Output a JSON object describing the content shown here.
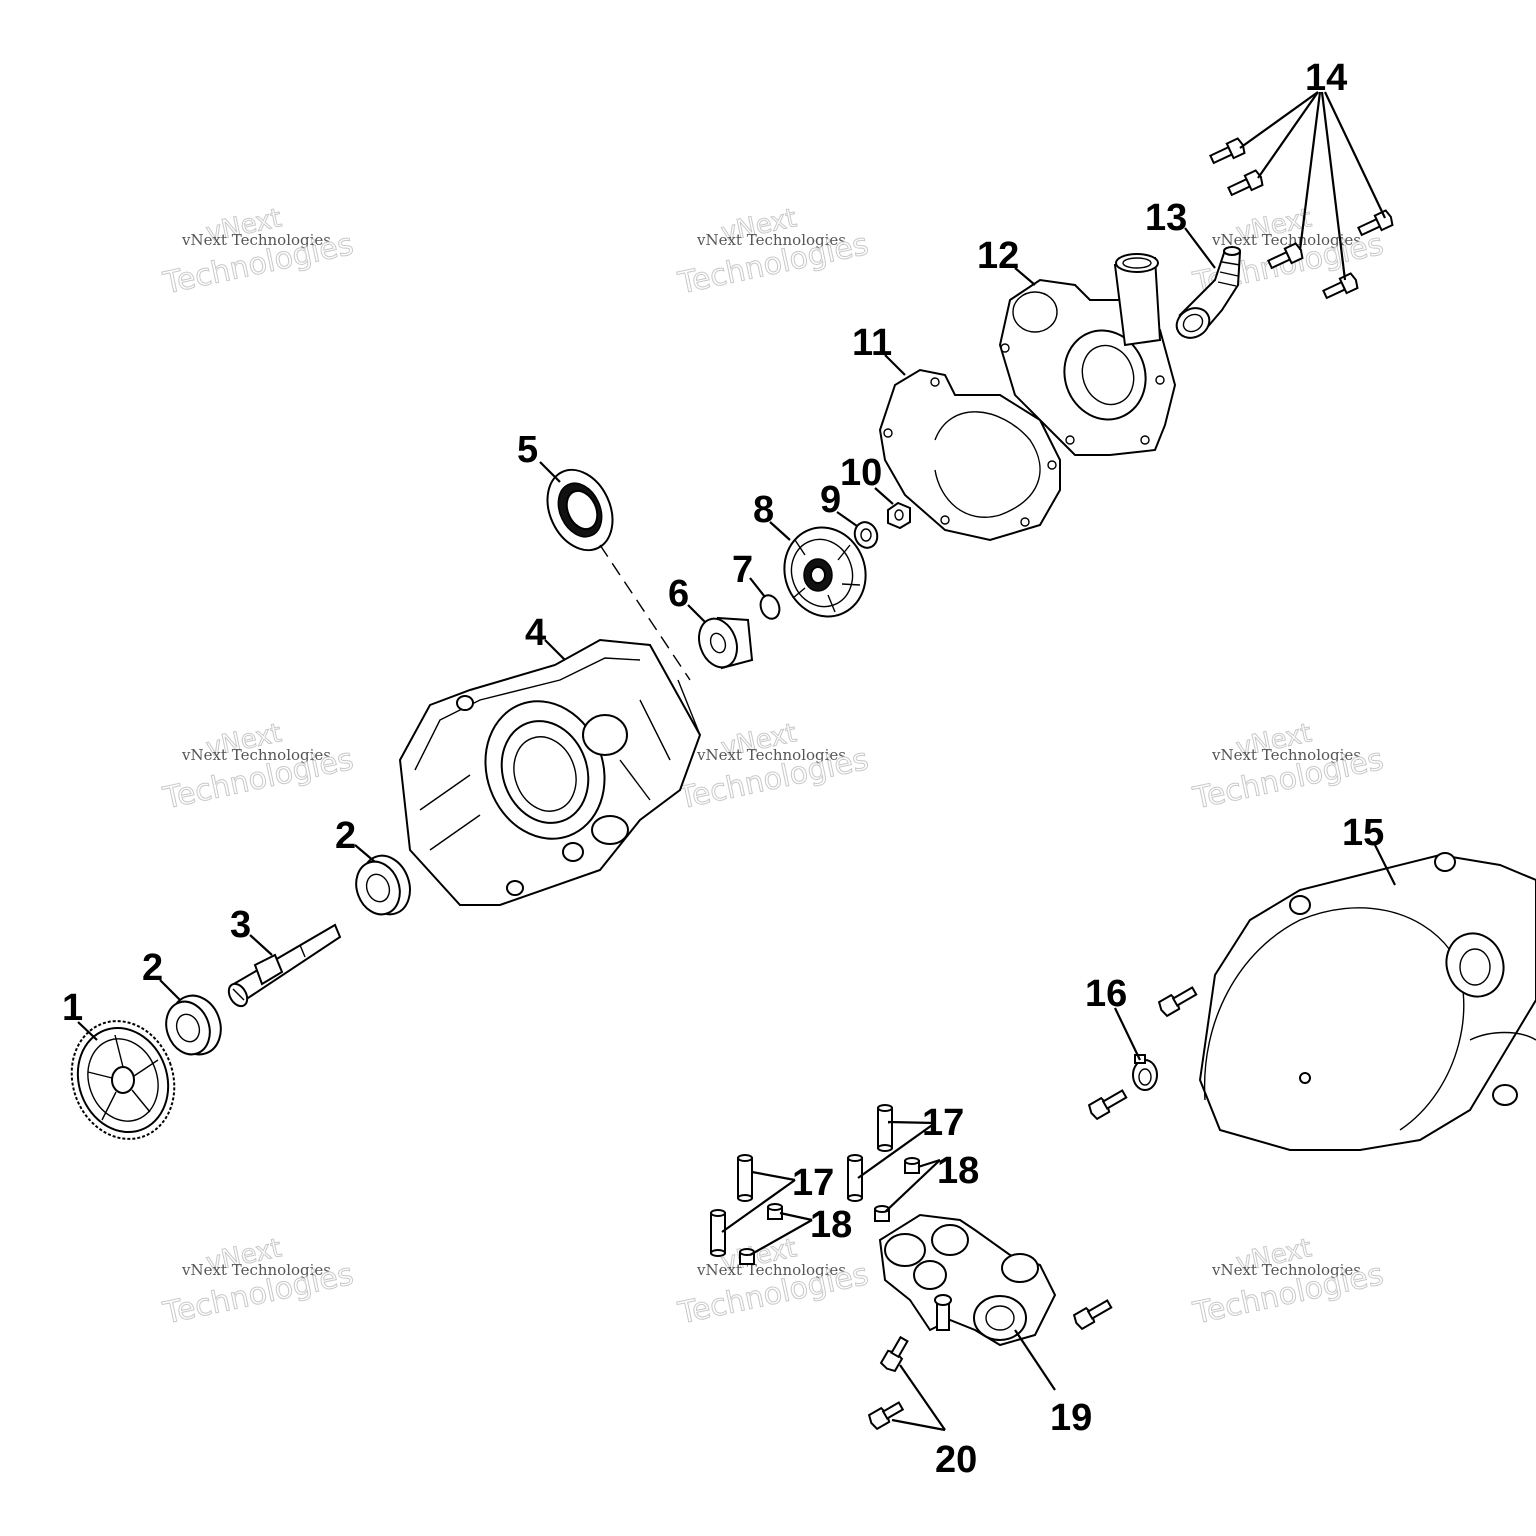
{
  "callouts": [
    "1",
    "2",
    "2",
    "3",
    "4",
    "5",
    "6",
    "7",
    "8",
    "9",
    "10",
    "11",
    "12",
    "13",
    "14",
    "15",
    "16",
    "17",
    "17",
    "18",
    "18",
    "19",
    "20"
  ],
  "watermark": {
    "line1": "vNext",
    "line2": "vNext Technologies",
    "line3": "Technologies"
  }
}
